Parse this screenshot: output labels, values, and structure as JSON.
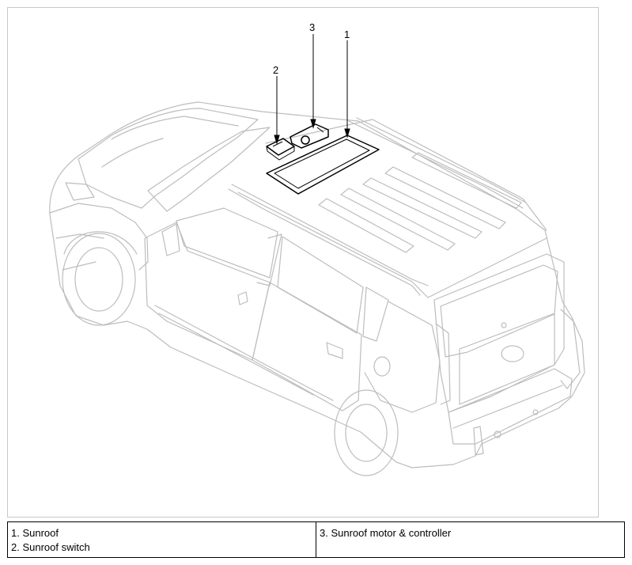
{
  "callouts": {
    "one": "1",
    "two": "2",
    "three": "3"
  },
  "legend": {
    "left_col": [
      "1. Sunroof",
      "2. Sunroof switch"
    ],
    "right_col": [
      "3. Sunroof motor & controller"
    ]
  },
  "colors": {
    "outline": "#bdbdbd",
    "highlight": "#000000",
    "frame_border": "#c8c8c8"
  }
}
